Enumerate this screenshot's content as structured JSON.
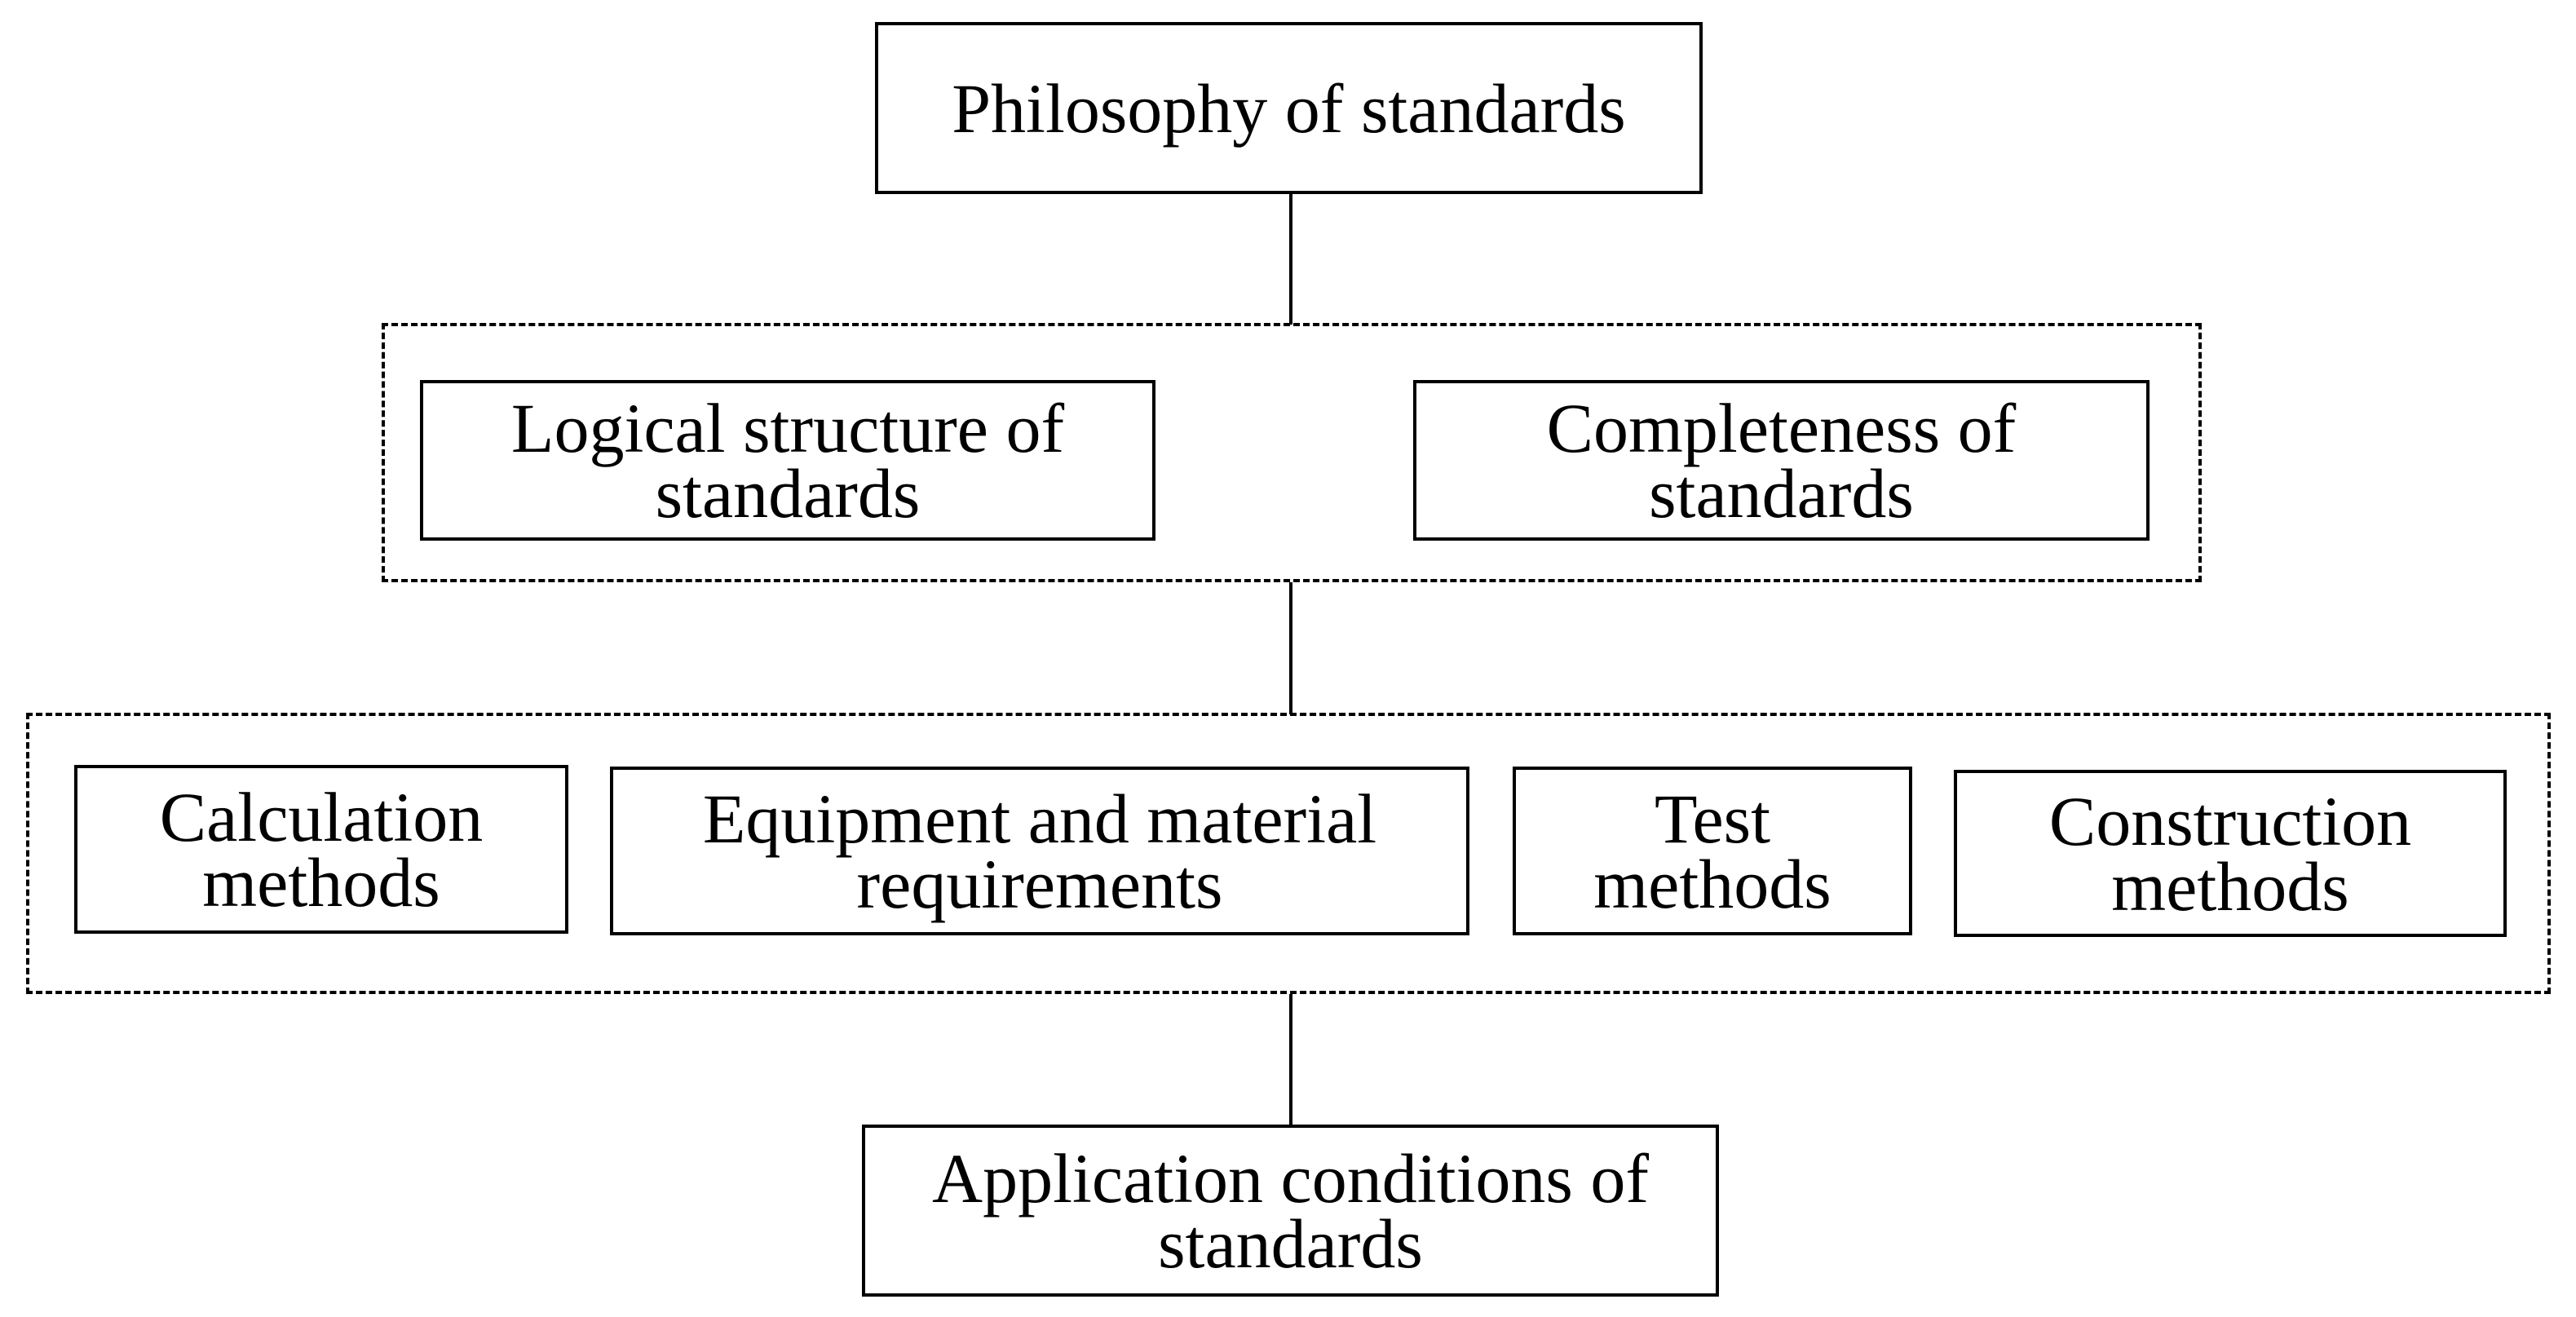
{
  "diagram": {
    "top_node": {
      "label": "Philosophy of standards"
    },
    "level_2_group": {
      "nodes": [
        {
          "label": "Logical structure of\nstandards"
        },
        {
          "label": "Completeness of\nstandards"
        }
      ]
    },
    "level_3_group": {
      "nodes": [
        {
          "label": "Calculation\nmethods"
        },
        {
          "label": "Equipment and material\nrequirements"
        },
        {
          "label": "Test\nmethods"
        },
        {
          "label": "Construction\nmethods"
        }
      ]
    },
    "bottom_node": {
      "label": "Application conditions of\nstandards"
    },
    "colors": {
      "stroke": "#000000",
      "fill": "#ffffff",
      "text": "#000000"
    }
  }
}
